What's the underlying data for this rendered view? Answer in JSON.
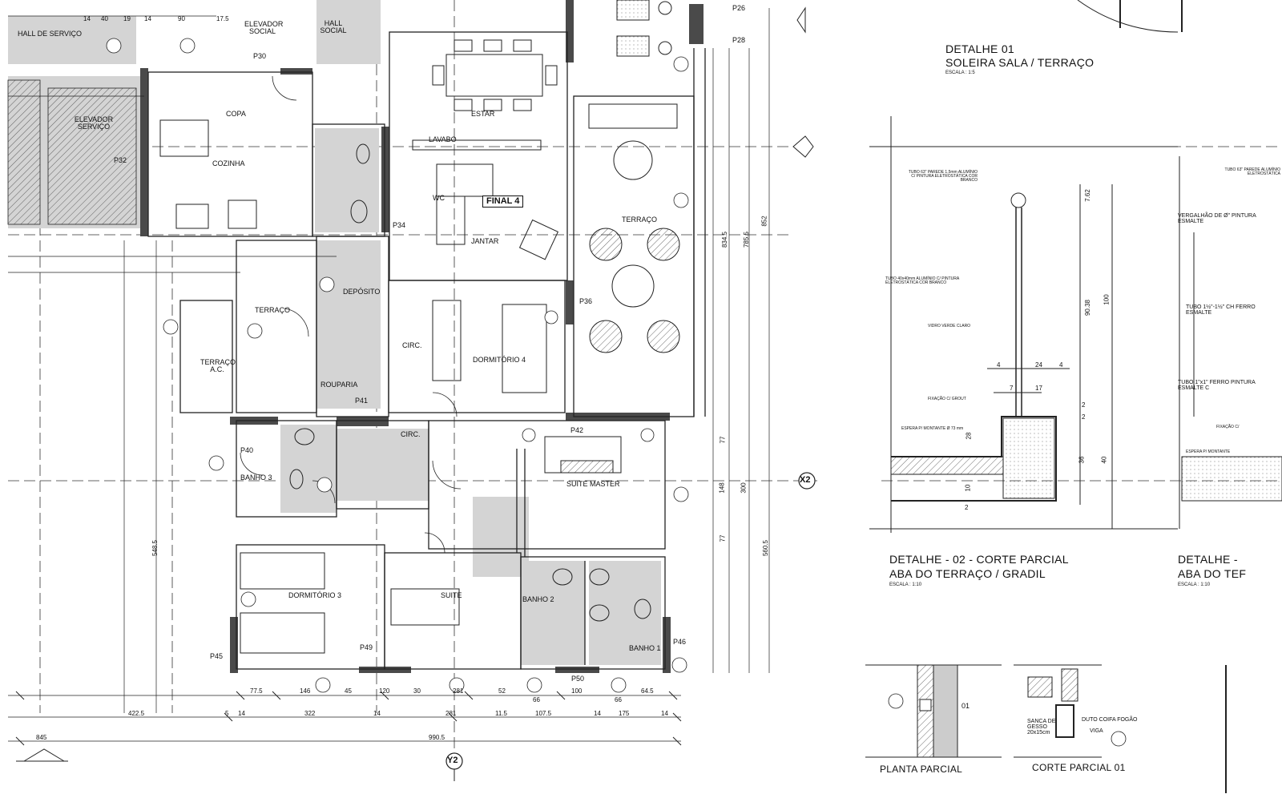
{
  "plan": {
    "rooms": [
      {
        "id": "hall-servico",
        "text": "HALL DE SERVIÇO"
      },
      {
        "id": "elevador-social",
        "text": "ELEVADOR SOCIAL"
      },
      {
        "id": "hall-social",
        "text": "HALL SOCIAL"
      },
      {
        "id": "elevador-servico",
        "text": "ELEVADOR SERVIÇO"
      },
      {
        "id": "copa",
        "text": "COPA"
      },
      {
        "id": "cozinha",
        "text": "COZINHA"
      },
      {
        "id": "estar",
        "text": "ESTAR"
      },
      {
        "id": "lavabo",
        "text": "LAVABO"
      },
      {
        "id": "wc",
        "text": "WC"
      },
      {
        "id": "jantar",
        "text": "JANTAR"
      },
      {
        "id": "terraco",
        "text": "TERRAÇO"
      },
      {
        "id": "terraco-small",
        "text": "TERRAÇO"
      },
      {
        "id": "deposito",
        "text": "DEPÓSITO"
      },
      {
        "id": "terraco-ac",
        "text": "TERRAÇO A.C."
      },
      {
        "id": "rouparia",
        "text": "ROUPARIA"
      },
      {
        "id": "circ-1",
        "text": "CIRC."
      },
      {
        "id": "circ-2",
        "text": "CIRC."
      },
      {
        "id": "dormitorio-4",
        "text": "DORMITÓRIO 4"
      },
      {
        "id": "banho-3",
        "text": "BANHO 3"
      },
      {
        "id": "suite-master",
        "text": "SUITE MASTER"
      },
      {
        "id": "dormitorio-3",
        "text": "DORMITÓRIO 3"
      },
      {
        "id": "suite",
        "text": "SUITE"
      },
      {
        "id": "banho-2",
        "text": "BANHO 2"
      },
      {
        "id": "banho-1",
        "text": "BANHO 1"
      }
    ],
    "final_tag": "FINAL 4",
    "panels": [
      "P26",
      "P28",
      "P30",
      "P32",
      "P34",
      "P36",
      "P40",
      "P41",
      "P42",
      "P45",
      "P46",
      "P49",
      "P50"
    ],
    "axes": [
      "X2",
      "Y2"
    ],
    "dims_bottom": [
      "77.5",
      "146",
      "45",
      "120",
      "30",
      "281",
      "52",
      "66",
      "100",
      "66",
      "64.5",
      "422.5",
      "5",
      "14",
      "322",
      "14",
      "281",
      "11.5",
      "107.5",
      "14",
      "175",
      "14",
      "845",
      "990.5"
    ],
    "dims_right": [
      "852",
      "785.5",
      "834.5",
      "300",
      "148",
      "77",
      "77",
      "560.5",
      "548.5"
    ],
    "dims_top": [
      "14",
      "40",
      "19",
      "14",
      "90",
      "17.5"
    ]
  },
  "details": {
    "detalhe01": {
      "title": "DETALHE 01",
      "subtitle": "SOLEIRA SALA / TERRAÇO",
      "scale": "ESCALA : 1:5"
    },
    "detalhe02": {
      "title": "DETALHE - 02 - CORTE PARCIAL",
      "subtitle": "ABA DO TERRAÇO / GRADIL",
      "scale": "ESCALA : 1:10"
    },
    "detalhe02b": {
      "title": "DETALHE -",
      "subtitle": "ABA DO TEF",
      "scale": "ESCALA : 1:10"
    },
    "notes": [
      "TUBO 63\" PAREDE 1,5mm ALUMÍNIO C/ PINTURA ELETROSTÁTICA COR BRANCO",
      "TUBO 40x40mm ALUMÍNIO C/ PINTURA ELETROSTÁTICA COR BRANCO",
      "VIDRO VERDE CLARO",
      "FIXAÇÃO C/ GROUT",
      "ESPERA P/ MONTANTE Ø 73 mm"
    ],
    "notes_right": [
      "TUBO 63\" PAREDE ALUMÍNIO ELETROSTÁTICA",
      "VERGALHÃO DE Ø\" PINTURA ESMALTE",
      "TUBO 1½\"-1½\" CH FERRO ESMALTE",
      "TUBO 1\"x1\" FERRO PINTURA ESMALTE C",
      "FIXAÇÃO C/",
      "ESPERA P/ MONTANTE"
    ],
    "dims": [
      "7.62",
      "100",
      "90.38",
      "4",
      "24",
      "4",
      "7",
      "17",
      "2",
      "28",
      "2",
      "36",
      "40",
      "10",
      "2"
    ],
    "bottom": {
      "planta_parcial": "PLANTA PARCIAL",
      "corte_parcial": "CORTE PARCIAL 01",
      "callout": "01",
      "duto": "DUTO COIFA FOGÃO",
      "viga": "VIGA",
      "sanca": "SANCA DE GESSO 20x15cm"
    }
  }
}
